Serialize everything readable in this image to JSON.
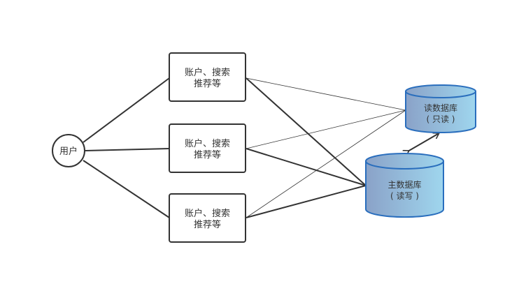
{
  "user": {
    "label": "用户"
  },
  "services": [
    {
      "line1": "账户、搜索",
      "line2": "推荐等"
    },
    {
      "line1": "账户、搜索",
      "line2": "推荐等"
    },
    {
      "line1": "账户、搜索",
      "line2": "推荐等"
    }
  ],
  "read_db": {
    "line1": "读数据库",
    "line2": "( 只读 )"
  },
  "master_db": {
    "line1": "主数据库",
    "line2": "( 读写 )"
  },
  "colors": {
    "line": "#333333",
    "cylinder_stroke": "#2a6ebd",
    "cylinder_fill_start": "#8aa2c8",
    "cylinder_fill_end": "#9fd6ee"
  }
}
